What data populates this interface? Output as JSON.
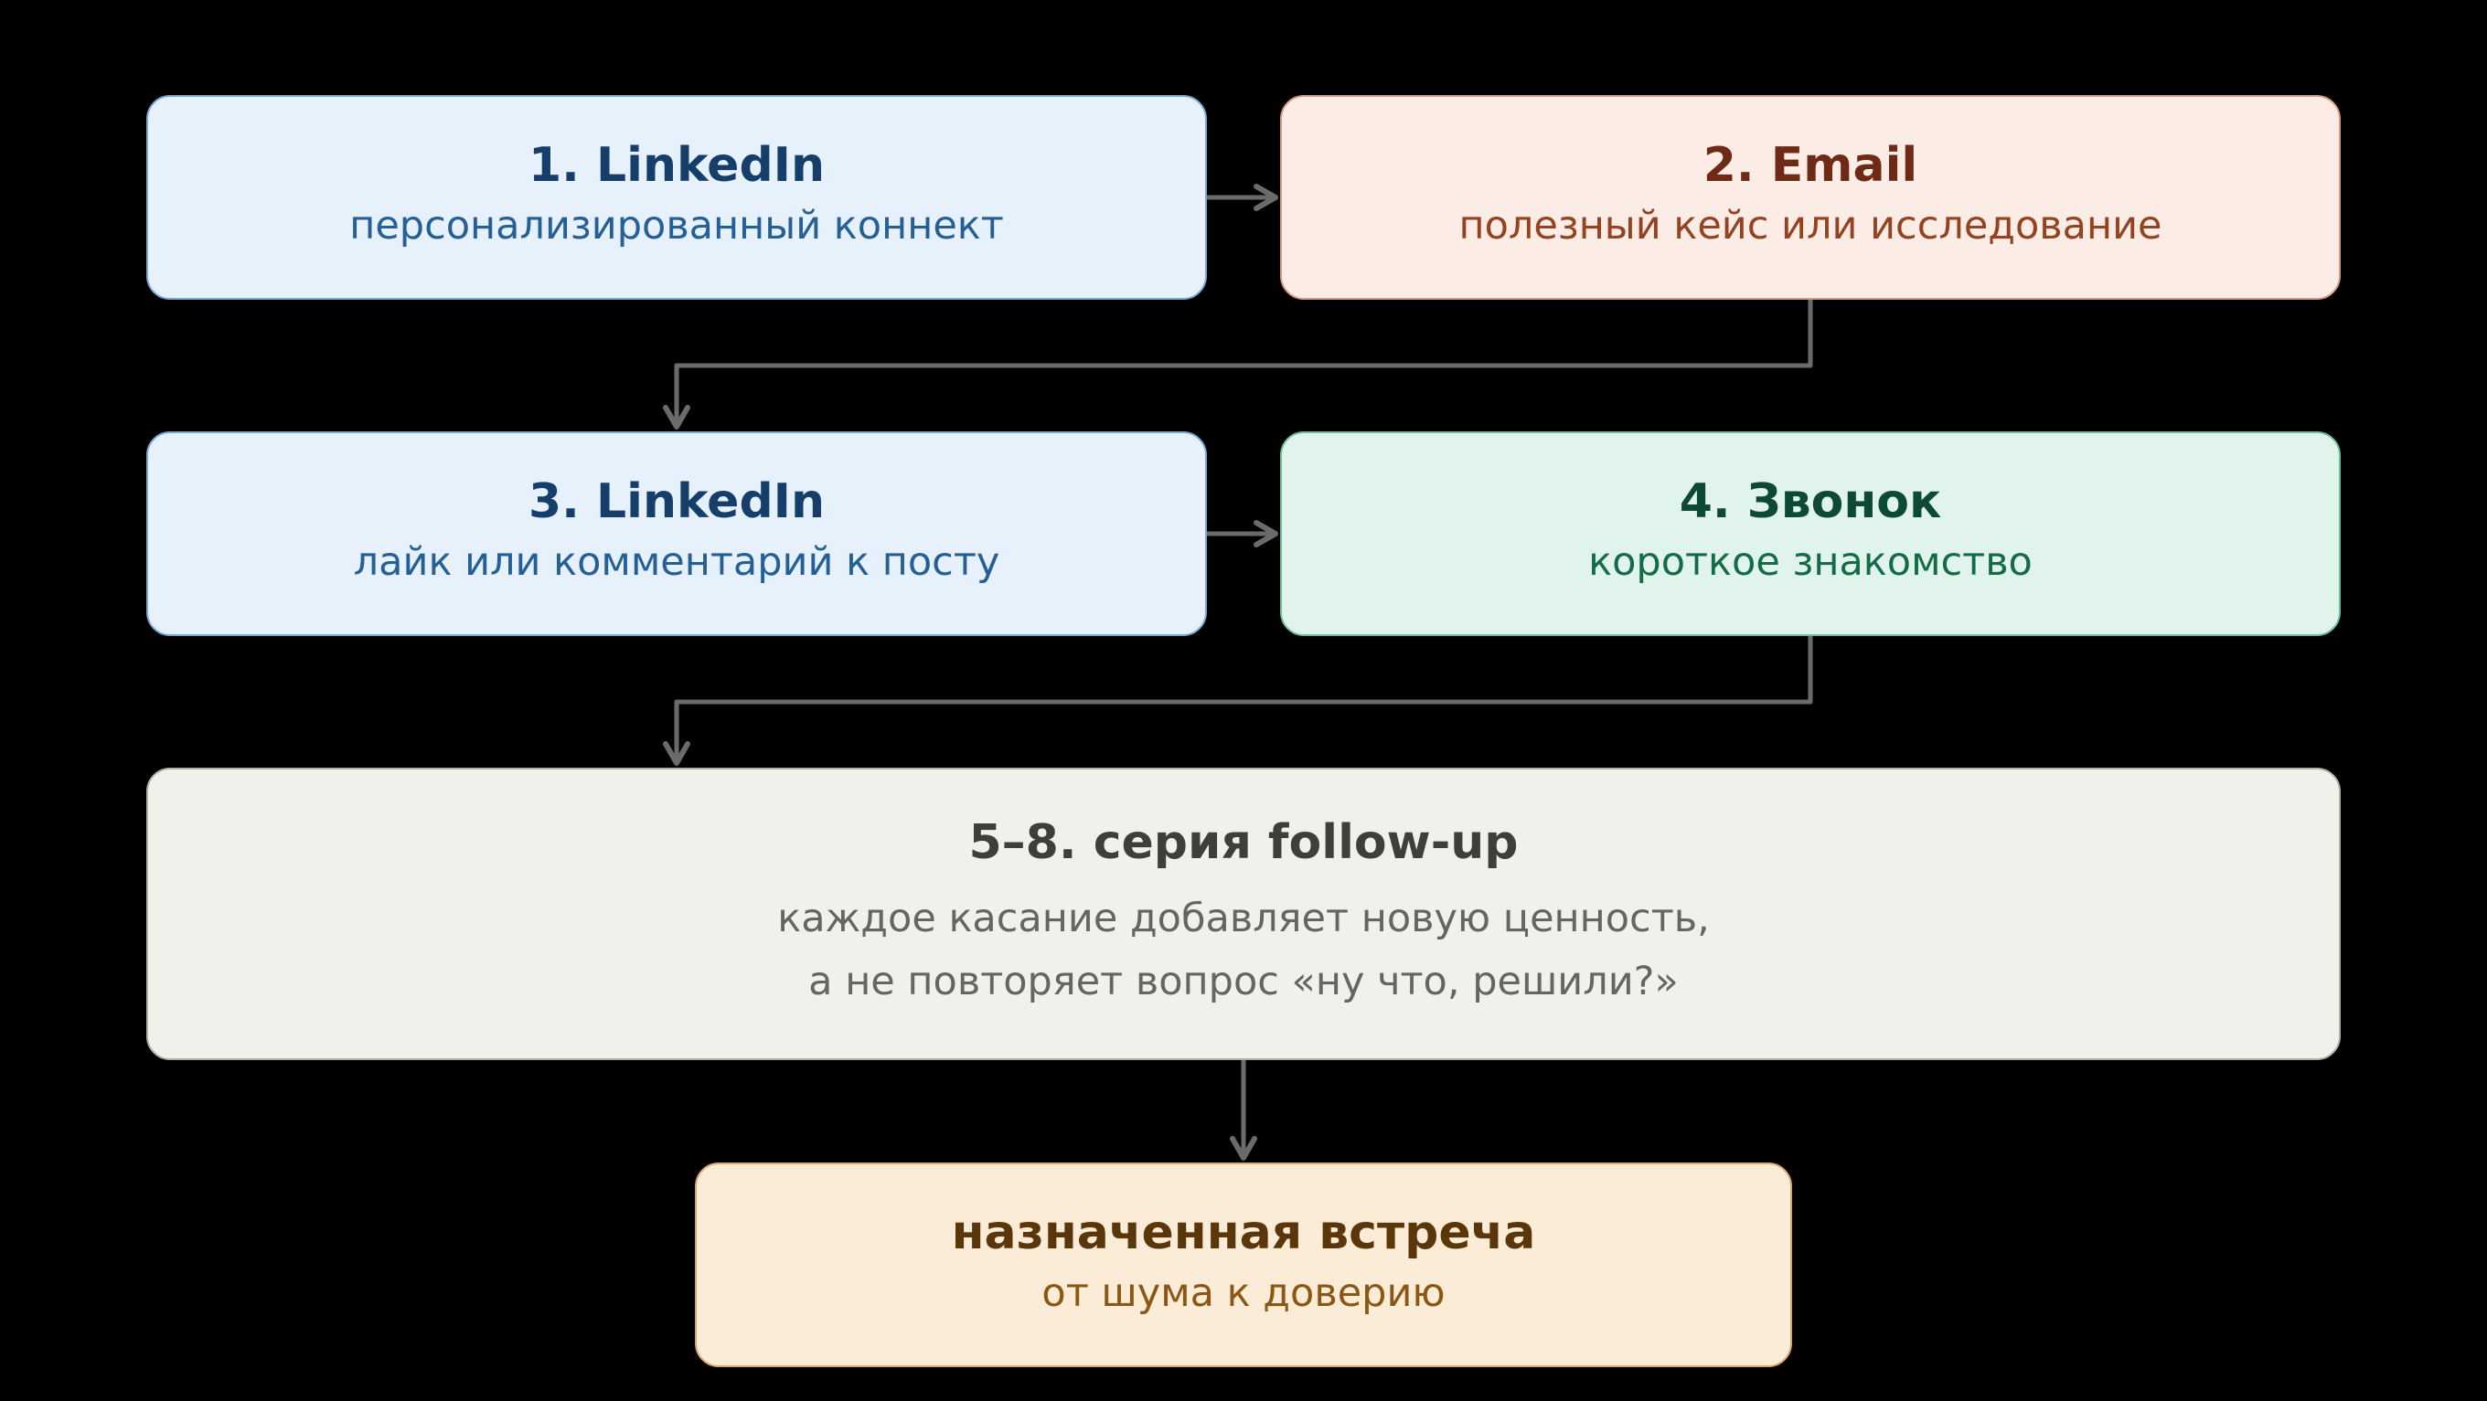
{
  "colors": {
    "background": "#000000",
    "arrow": "#6b6b6b"
  },
  "nodes": [
    {
      "id": "n1",
      "title": "1. LinkedIn",
      "subtitle": "персонализированный коннект",
      "fill": "#e6f1fc",
      "border": "#7ba7d4",
      "title_color": "#153e6b",
      "text_color": "#245f95"
    },
    {
      "id": "n2",
      "title": "2. Email",
      "subtitle": "полезный кейс или исследование",
      "fill": "#fbece6",
      "border": "#d49a86",
      "title_color": "#6e2a14",
      "text_color": "#94421f"
    },
    {
      "id": "n3",
      "title": "3. LinkedIn",
      "subtitle": "лайк или комментарий к посту",
      "fill": "#e6f1fc",
      "border": "#7ba7d4",
      "title_color": "#153e6b",
      "text_color": "#245f95"
    },
    {
      "id": "n4",
      "title": "4. Звонок",
      "subtitle": "короткое знакомство",
      "fill": "#e1f4ec",
      "border": "#6fbc9b",
      "title_color": "#0d4a34",
      "text_color": "#136b4a"
    },
    {
      "id": "n5",
      "title": "5–8. серия follow-up",
      "subtitle_lines": [
        "каждое касание добавляет новую ценность,",
        "а не повторяет вопрос «ну что, решили?»"
      ],
      "fill": "#f2f0ea",
      "border": "#b3b0a6",
      "title_color": "#3e3e3b",
      "text_color": "#66655f"
    },
    {
      "id": "n6",
      "title": "назначенная встреча",
      "subtitle": "от шума к доверию",
      "fill": "#fbecd8",
      "border": "#d9a869",
      "title_color": "#5c360b",
      "text_color": "#8a5715"
    }
  ]
}
